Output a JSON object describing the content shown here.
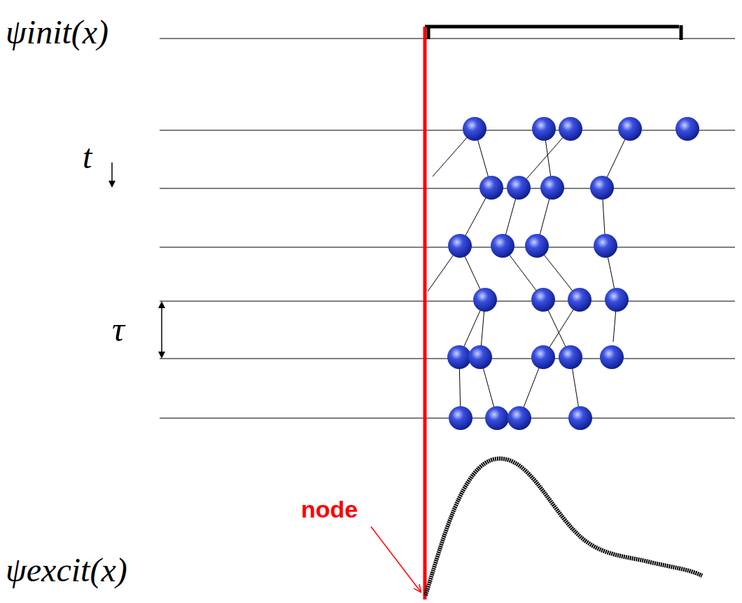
{
  "diagram": {
    "labels": [
      "ψinit(x)",
      "t",
      "τ",
      "node",
      "ψexcit(x)"
    ]
  }
}
